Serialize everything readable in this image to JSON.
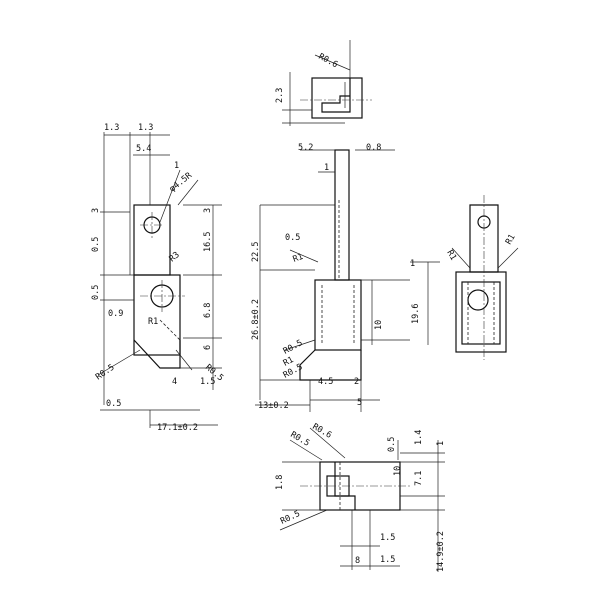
{
  "views": {
    "top": {
      "r06": "R0.6",
      "d23": "2.3"
    },
    "left": {
      "d13a": "1.3",
      "d13b": "1.3",
      "d54": "5.4",
      "d1": "1",
      "phi45": "φ4.5R",
      "d3": "3",
      "d3b": "3",
      "d05": "0.5",
      "r3": "R3",
      "d165": "16.5",
      "d05b": "0.5",
      "d09": "0.9",
      "d68": "6.8",
      "r1": "R1",
      "d6": "6",
      "r05": "R0.5",
      "d4": "4",
      "d15": "1.5",
      "r05b": "R0.5",
      "d05c": "0.5",
      "d171": "17.1±0.2"
    },
    "front": {
      "d52": "5.2",
      "d08": "0.8",
      "d1": "1",
      "d225": "22.5",
      "d05": "0.5",
      "r1": "R1",
      "d268": "26.8±0.2",
      "d10": "10",
      "d196": "19.6",
      "r05a": "R0.5",
      "r1b": "R1",
      "r05b": "R0.5",
      "d45": "4.5",
      "d2": "2",
      "d13": "13±0.2",
      "d5": "5",
      "d1r": "1"
    },
    "side": {
      "r1a": "R1",
      "r1b": "R1"
    },
    "bottom": {
      "r06": "R0.6",
      "r05": "R0.5",
      "d05": "0.5",
      "d14": "1.4",
      "d1": "1",
      "d10": "10",
      "d71": "7.1",
      "d18": "1.8",
      "r05b": "R0.5",
      "d15a": "1.5",
      "d8": "8",
      "d15b": "1.5",
      "d149": "14.9±0.2"
    }
  }
}
